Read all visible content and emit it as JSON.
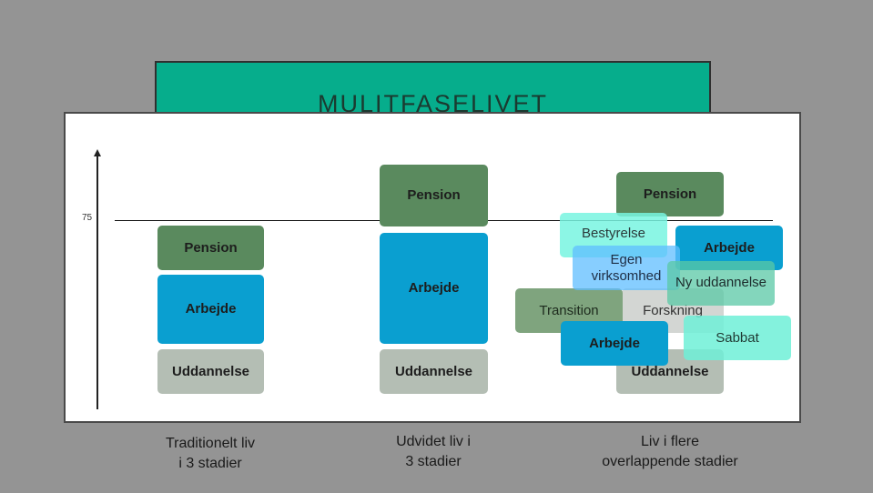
{
  "title": "MULITFASELIVET",
  "axis": {
    "tick_label": "75"
  },
  "columns": [
    {
      "caption_line1": "Traditionelt liv",
      "caption_line2": "i 3 stadier",
      "blocks": {
        "pension": "Pension",
        "arbejde": "Arbejde",
        "uddannelse": "Uddannelse"
      }
    },
    {
      "caption_line1": "Udvidet liv i",
      "caption_line2": "3 stadier",
      "blocks": {
        "pension": "Pension",
        "arbejde": "Arbejde",
        "uddannelse": "Uddannelse"
      }
    },
    {
      "caption_line1": "Liv i flere",
      "caption_line2": "overlappende stadier",
      "blocks": {
        "pension": "Pension",
        "bestyrelse": "Bestyrelse",
        "arbejde_top": "Arbejde",
        "egen_virksomhed_line1": "Egen",
        "egen_virksomhed_line2": "virksomhed",
        "ny_uddannelse": "Ny uddannelse",
        "transition": "Transition",
        "forskning": "Forskning",
        "arbejde_bottom": "Arbejde",
        "sabbat": "Sabbat",
        "uddannelse": "Uddannelse"
      }
    }
  ],
  "colors": {
    "background": "#949494",
    "banner": "#06ad8c",
    "pension": "#5a8a5e",
    "arbejde": "#0a9fd0",
    "uddannelse": "#b4beb4"
  }
}
